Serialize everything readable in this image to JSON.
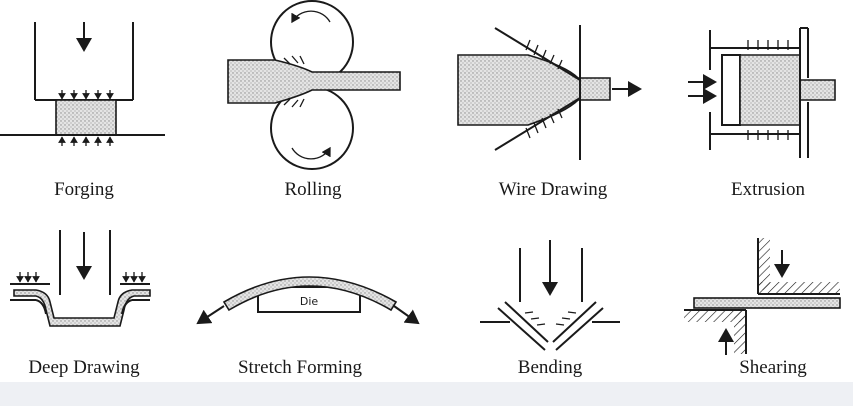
{
  "processes": [
    {
      "id": "forging",
      "label": "Forging"
    },
    {
      "id": "rolling",
      "label": "Rolling"
    },
    {
      "id": "wire-drawing",
      "label": "Wire Drawing"
    },
    {
      "id": "extrusion",
      "label": "Extrusion"
    },
    {
      "id": "deep-drawing",
      "label": "Deep Drawing"
    },
    {
      "id": "stretch-forming",
      "label": "Stretch Forming",
      "die_label": "Die"
    },
    {
      "id": "bending",
      "label": "Bending"
    },
    {
      "id": "shearing",
      "label": "Shearing"
    }
  ],
  "colors": {
    "ink": "#1a1a1a",
    "stipple": "#cfcfcf",
    "panel": "#ffffff",
    "background": "#eef0f4"
  }
}
